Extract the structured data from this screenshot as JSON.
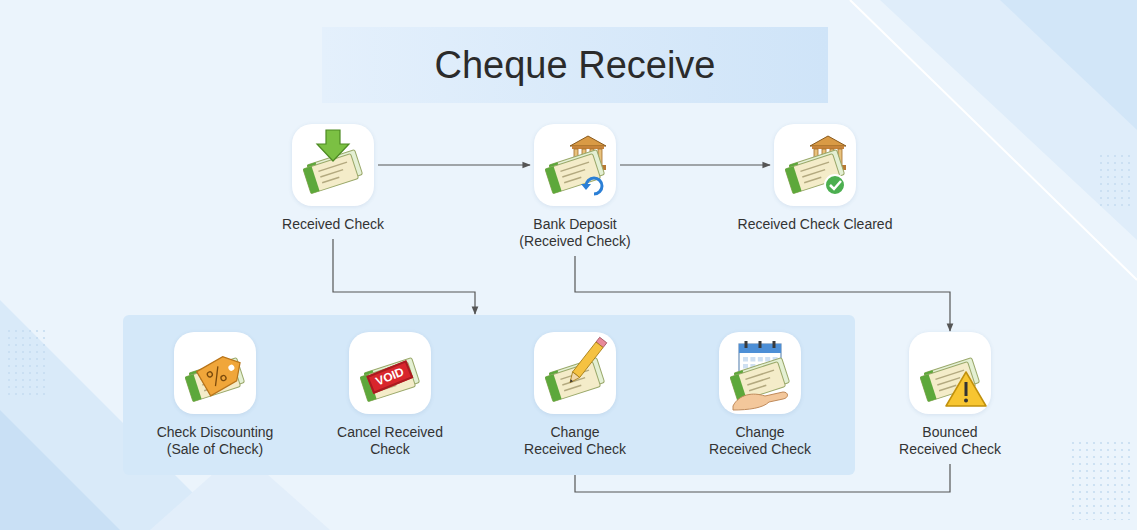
{
  "diagram": {
    "title": "Cheque Receive",
    "nodes": [
      {
        "text": [
          "Received Check"
        ]
      },
      {
        "text": [
          "Bank Deposit (Received Check)"
        ]
      },
      {
        "text": [
          "Received Check Cleared"
        ]
      },
      {
        "text": []
      },
      {
        "text": [
          "Check Discounting (Sale of Check)"
        ],
        "in": 3
      },
      {
        "text": [
          "Cancel Received Check"
        ],
        "in": 3
      },
      {
        "text": [
          "Change Received Check"
        ],
        "in": 3
      },
      {
        "text": [
          "Change Received Check"
        ],
        "in": 3
      },
      {
        "text": [
          "Bounced Received Check"
        ]
      }
    ],
    "edges": [
      {
        "from": 0,
        "to": 1,
        "arrow": "to"
      },
      {
        "from": 1,
        "to": 2,
        "arrow": "to"
      },
      {
        "from": 0,
        "to": 3,
        "arrow": "to"
      },
      {
        "from": 5,
        "to": 6,
        "arrow": "to"
      },
      {
        "from": 1,
        "to": 8,
        "arrow": "to"
      },
      {
        "from": 8,
        "to": 6,
        "arrow": "to"
      }
    ],
    "labels": [
      "VOID"
    ]
  }
}
